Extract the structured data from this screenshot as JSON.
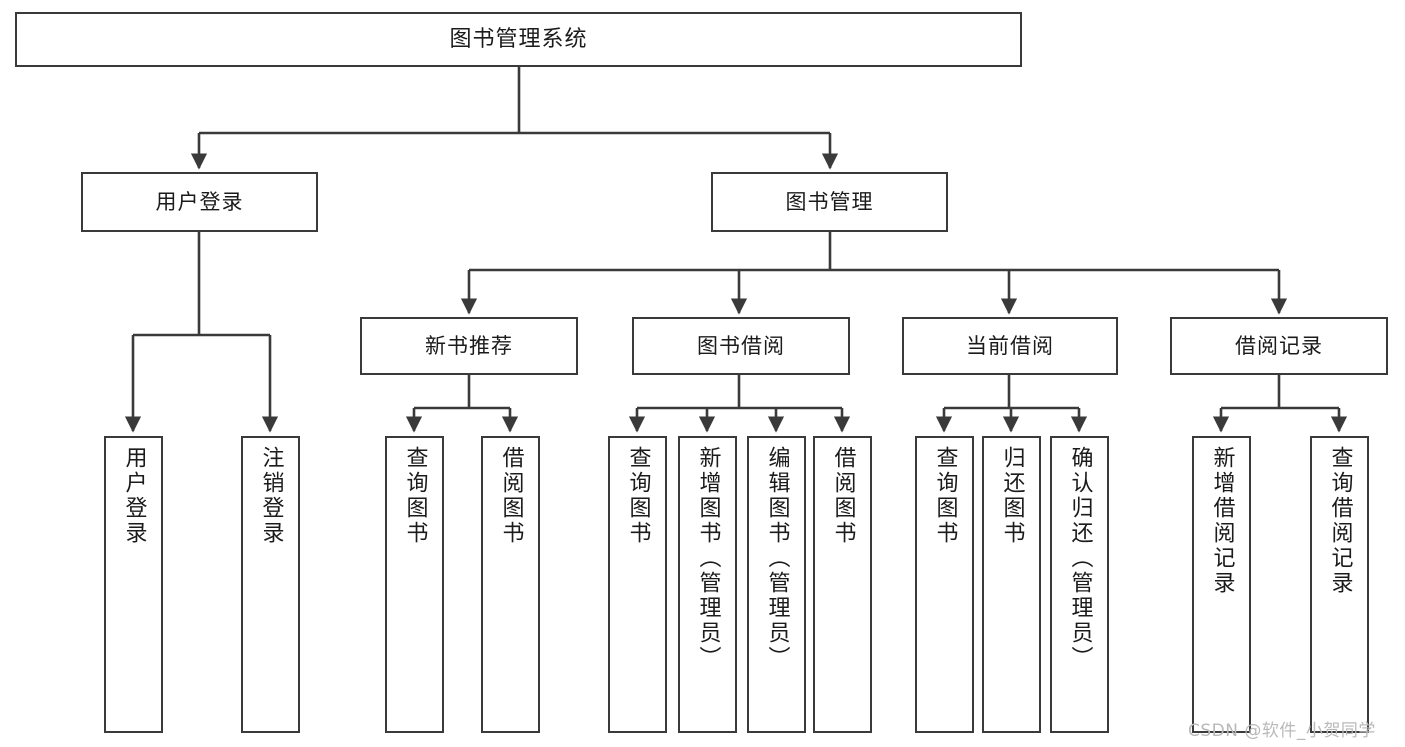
{
  "diagram": {
    "title": "图书管理系统",
    "type": "tree",
    "watermark": "CSDN @软件_小贺同学",
    "colors": {
      "background": "#ffffff",
      "box_border": "#3a3a3a",
      "box_fill": "#ffffff",
      "connector": "#3a3a3a",
      "text": "#1b1b1b",
      "watermark": "#b9b9b9"
    },
    "levels": {
      "root": "图书管理系统",
      "level2": [
        "用户登录",
        "图书管理"
      ],
      "level3": [
        "新书推荐",
        "图书借阅",
        "当前借阅",
        "借阅记录"
      ]
    },
    "nodes": {
      "root": {
        "label": "图书管理系统",
        "orientation": "horizontal"
      },
      "user_login": {
        "label": "用户登录",
        "orientation": "horizontal"
      },
      "book_manage": {
        "label": "图书管理",
        "orientation": "horizontal"
      },
      "new_book_rec": {
        "label": "新书推荐",
        "orientation": "horizontal"
      },
      "book_borrow": {
        "label": "图书借阅",
        "orientation": "horizontal"
      },
      "current_borrow": {
        "label": "当前借阅",
        "orientation": "horizontal"
      },
      "borrow_record": {
        "label": "借阅记录",
        "orientation": "horizontal"
      },
      "leaf_user_login": {
        "label": "用户登录",
        "orientation": "vertical"
      },
      "leaf_logout": {
        "label": "注销登录",
        "orientation": "vertical"
      },
      "leaf_query_book_1": {
        "label": "查询图书",
        "orientation": "vertical"
      },
      "leaf_borrow_book_1": {
        "label": "借阅图书",
        "orientation": "vertical"
      },
      "leaf_query_book_2": {
        "label": "查询图书",
        "orientation": "vertical"
      },
      "leaf_add_book": {
        "label": "新增图书（管理员）",
        "orientation": "vertical"
      },
      "leaf_edit_book": {
        "label": "编辑图书（管理员）",
        "orientation": "vertical"
      },
      "leaf_borrow_book_2": {
        "label": "借阅图书",
        "orientation": "vertical"
      },
      "leaf_query_book_3": {
        "label": "查询图书",
        "orientation": "vertical"
      },
      "leaf_return_book": {
        "label": "归还图书",
        "orientation": "vertical"
      },
      "leaf_confirm_return": {
        "label": "确认归还（管理员）",
        "orientation": "vertical"
      },
      "leaf_add_record": {
        "label": "新增借阅记录",
        "orientation": "vertical"
      },
      "leaf_query_record": {
        "label": "查询借阅记录",
        "orientation": "vertical"
      }
    }
  }
}
